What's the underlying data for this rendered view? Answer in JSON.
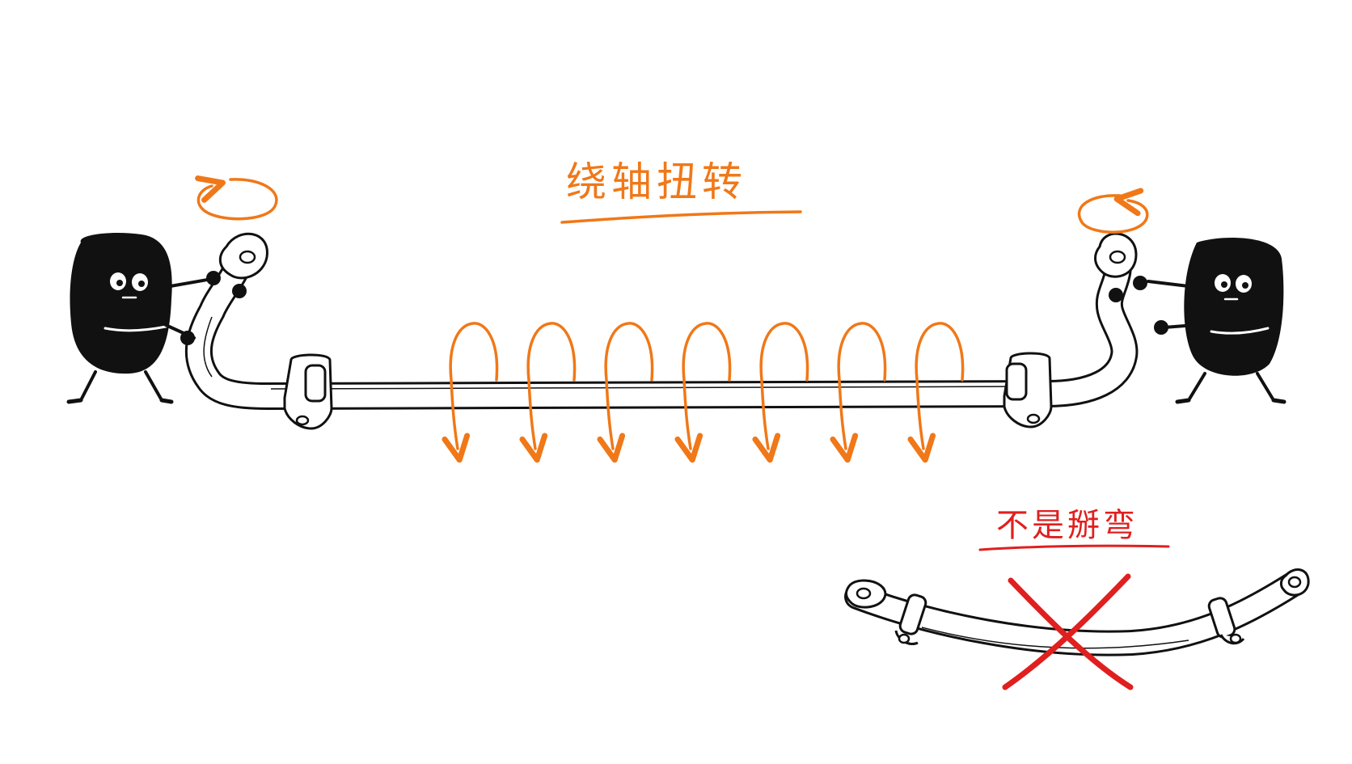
{
  "labels": {
    "twist": "绕轴扭转",
    "not_bend": "不是掰弯"
  },
  "colors": {
    "accent_orange": "#f07818",
    "cross_red": "#e01f1f",
    "ink": "#111111",
    "paper": "#ffffff",
    "bar_fill": "#ffffff"
  },
  "icons": {
    "left_figure": "blob-character",
    "right_figure": "blob-character",
    "spiral_arrows": "downward-curved-arrow",
    "rotation_left": "counterclockwise-arrow",
    "rotation_right": "clockwise-arrow",
    "cross": "x-mark"
  },
  "twist_arrow_count": 7
}
